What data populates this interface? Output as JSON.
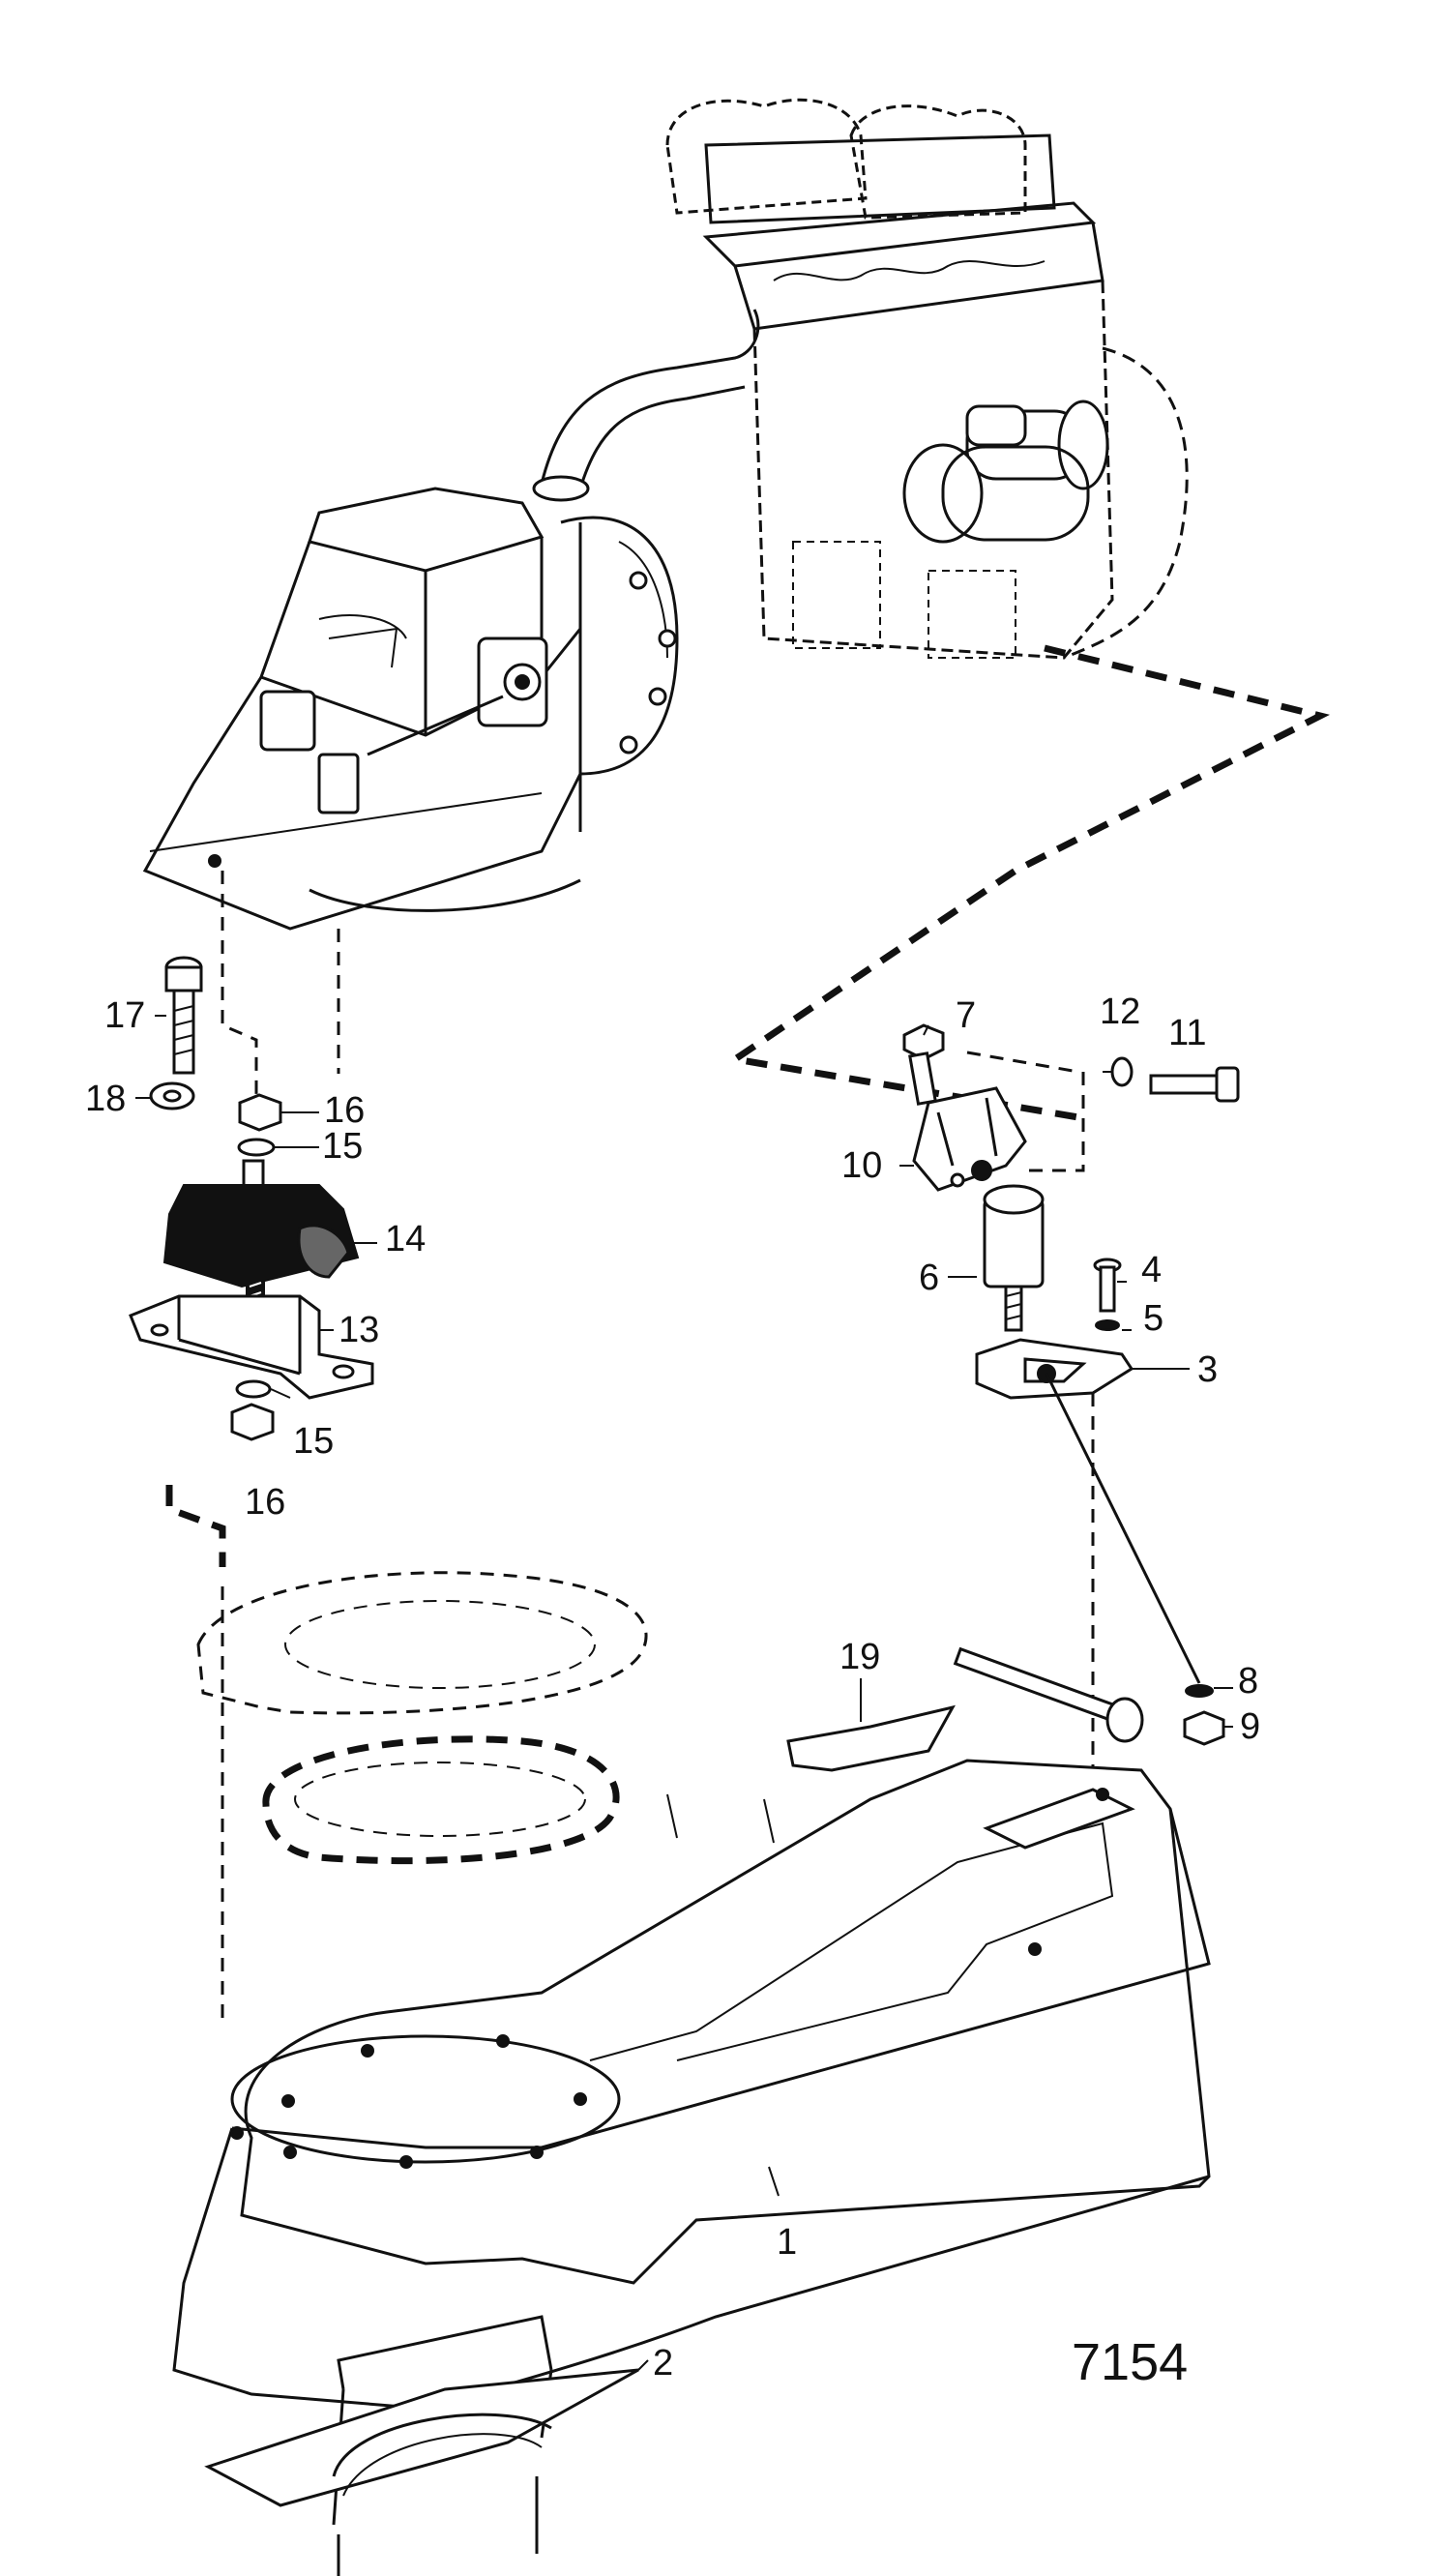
{
  "drawing": {
    "reference_number": "7154",
    "callouts": [
      {
        "id": "c1",
        "text": "1"
      },
      {
        "id": "c2",
        "text": "2"
      },
      {
        "id": "c3",
        "text": "3"
      },
      {
        "id": "c4",
        "text": "4"
      },
      {
        "id": "c5",
        "text": "5"
      },
      {
        "id": "c6",
        "text": "6"
      },
      {
        "id": "c7",
        "text": "7"
      },
      {
        "id": "c8",
        "text": "8"
      },
      {
        "id": "c9",
        "text": "9"
      },
      {
        "id": "c10",
        "text": "10"
      },
      {
        "id": "c11",
        "text": "11"
      },
      {
        "id": "c12",
        "text": "12"
      },
      {
        "id": "c13",
        "text": "13"
      },
      {
        "id": "c14",
        "text": "14"
      },
      {
        "id": "c15a",
        "text": "15"
      },
      {
        "id": "c15b",
        "text": "15"
      },
      {
        "id": "c16a",
        "text": "16"
      },
      {
        "id": "c16b",
        "text": "16"
      },
      {
        "id": "c17",
        "text": "17"
      },
      {
        "id": "c18",
        "text": "18"
      },
      {
        "id": "c19",
        "text": "19"
      }
    ]
  }
}
